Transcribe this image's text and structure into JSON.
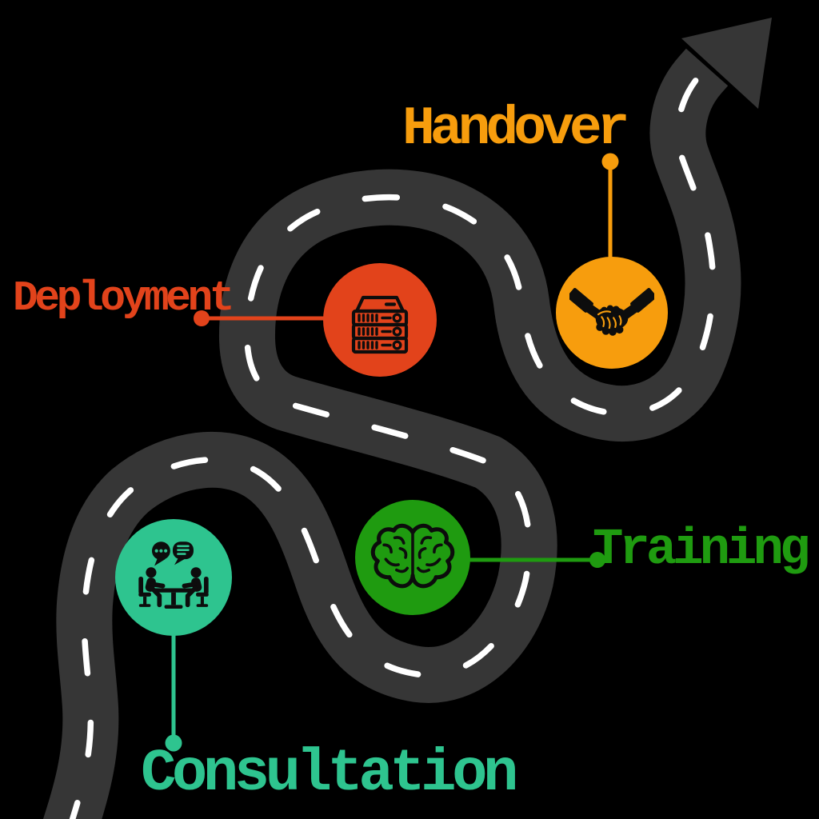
{
  "background": "#000000",
  "road": {
    "color": "#363636",
    "centerline_color": "#ffffff"
  },
  "milestones": [
    {
      "label": "Consultation",
      "color": "#2EC48F",
      "icon": "consultation-chat-icon"
    },
    {
      "label": "Training",
      "color": "#1F9B10",
      "icon": "brain-icon"
    },
    {
      "label": "Deployment",
      "color": "#E2431B",
      "icon": "server-rack-icon"
    },
    {
      "label": "Handover",
      "color": "#F79D0D",
      "icon": "handshake-icon"
    }
  ]
}
